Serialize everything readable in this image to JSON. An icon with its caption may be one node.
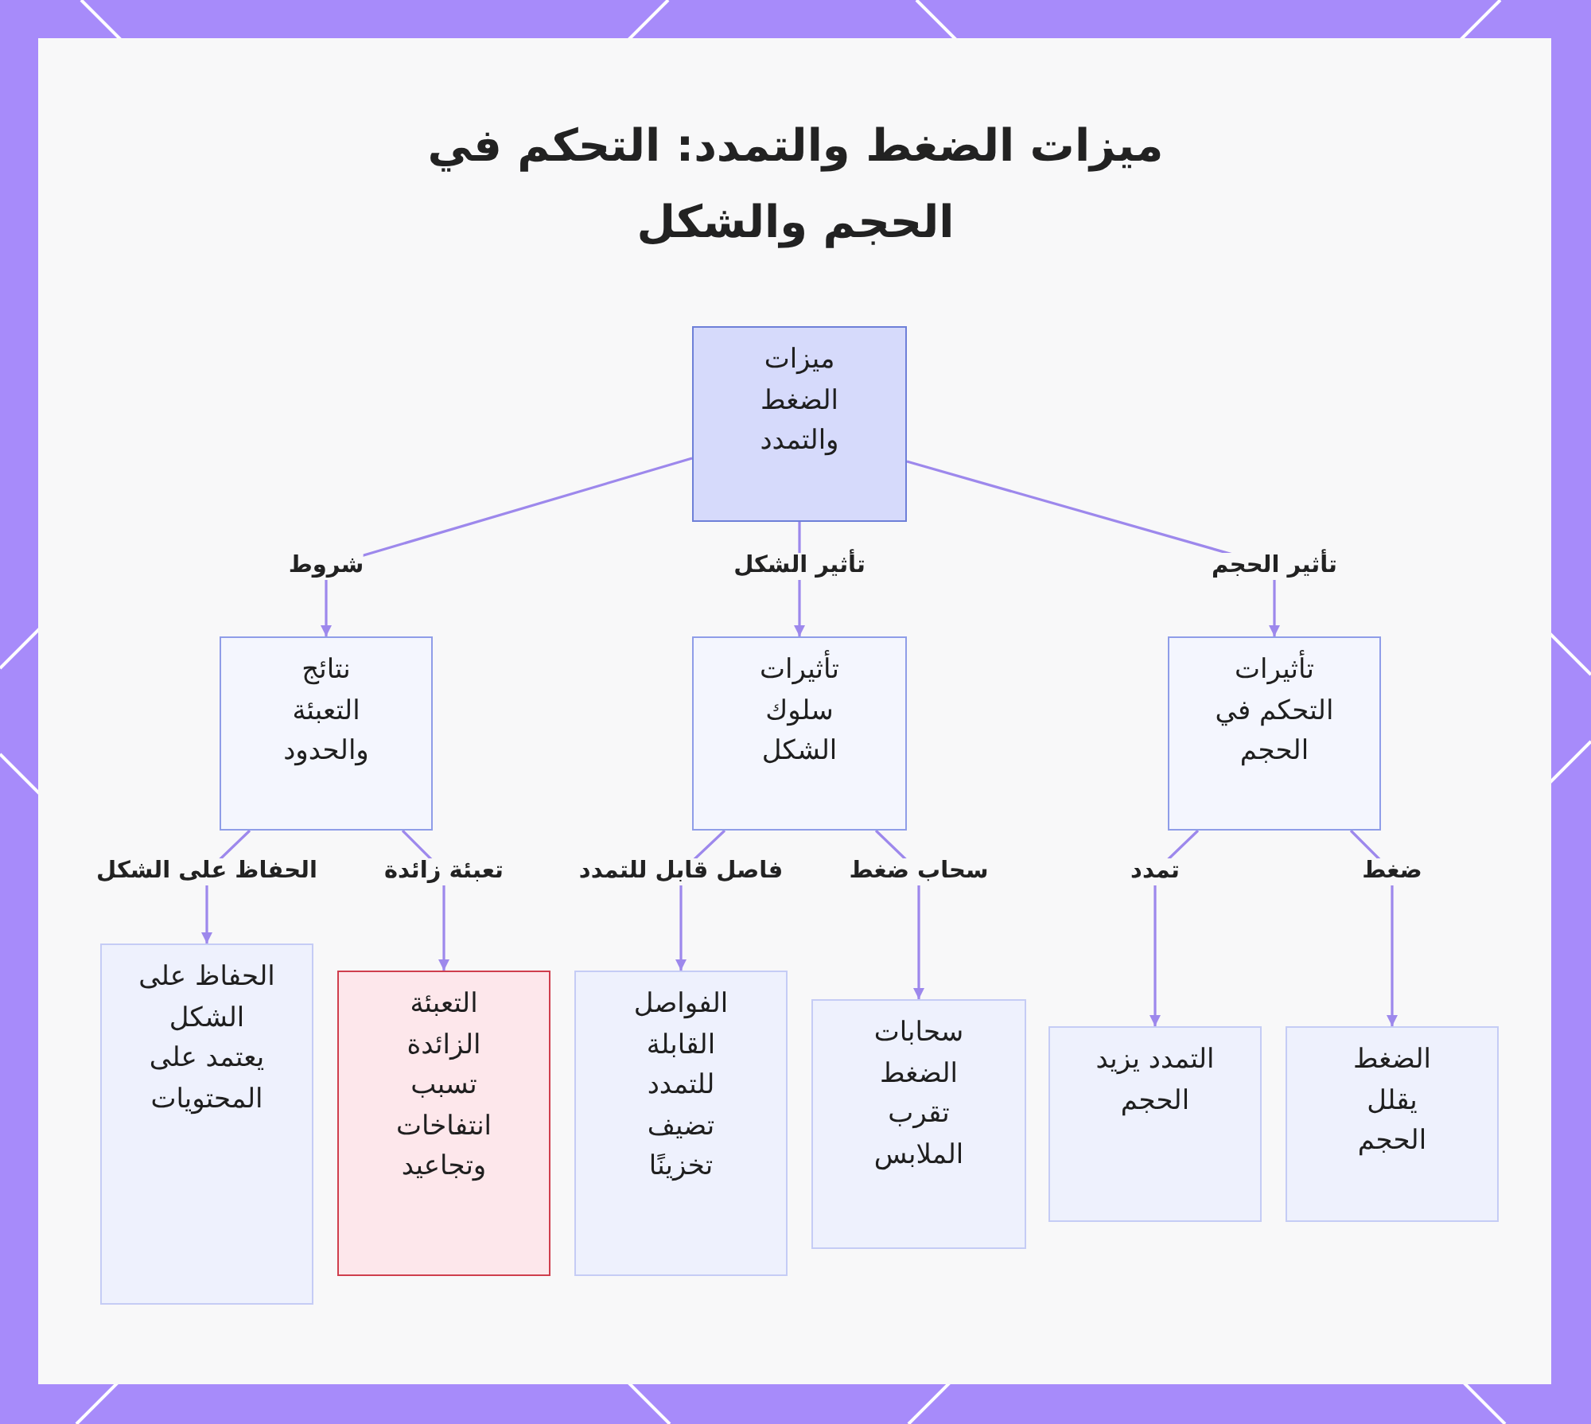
{
  "diagram": {
    "title": "ميزات الضغط والتمدد: التحكم في الحجم والشكل",
    "nodes": [
      {
        "text": [
          "ميزات الضغط والتمدد"
        ]
      },
      {
        "text": [
          "نتائج التعبئة والحدود"
        ]
      },
      {
        "text": [
          "تأثيرات سلوك الشكل"
        ]
      },
      {
        "text": [
          "تأثيرات التحكم في الحجم"
        ]
      },
      {
        "text": [
          "الحفاظ على الشكل يعتمد على المحتويات"
        ]
      },
      {
        "text": [
          "التعبئة الزائدة تسبب انتفاخات وتجاعيد"
        ]
      },
      {
        "text": [
          "الفواصل القابلة للتمدد تضيف تخزينًا"
        ]
      },
      {
        "text": [
          "سحابات الضغط تقرب الملابس"
        ]
      },
      {
        "text": [
          "التمدد يزيد الحجم"
        ]
      },
      {
        "text": [
          "الضغط يقلل الحجم"
        ]
      }
    ],
    "edges": [
      {
        "from": 0,
        "to": 1,
        "arrow": "to",
        "label": "شروط"
      },
      {
        "from": 0,
        "to": 2,
        "arrow": "to",
        "label": "تأثير الشكل"
      },
      {
        "from": 0,
        "to": 3,
        "arrow": "to",
        "label": "تأثير الحجم"
      },
      {
        "from": 1,
        "to": 4,
        "arrow": "to",
        "label": "الحفاظ على الشكل"
      },
      {
        "from": 1,
        "to": 5,
        "arrow": "to",
        "label": "تعبئة زائدة"
      },
      {
        "from": 2,
        "to": 6,
        "arrow": "to",
        "label": "فاصل قابل للتمدد"
      },
      {
        "from": 2,
        "to": 7,
        "arrow": "to",
        "label": "سحاب ضغط"
      },
      {
        "from": 3,
        "to": 8,
        "arrow": "to",
        "label": "تمدد"
      },
      {
        "from": 3,
        "to": 9,
        "arrow": "to",
        "label": "ضغط"
      }
    ]
  }
}
